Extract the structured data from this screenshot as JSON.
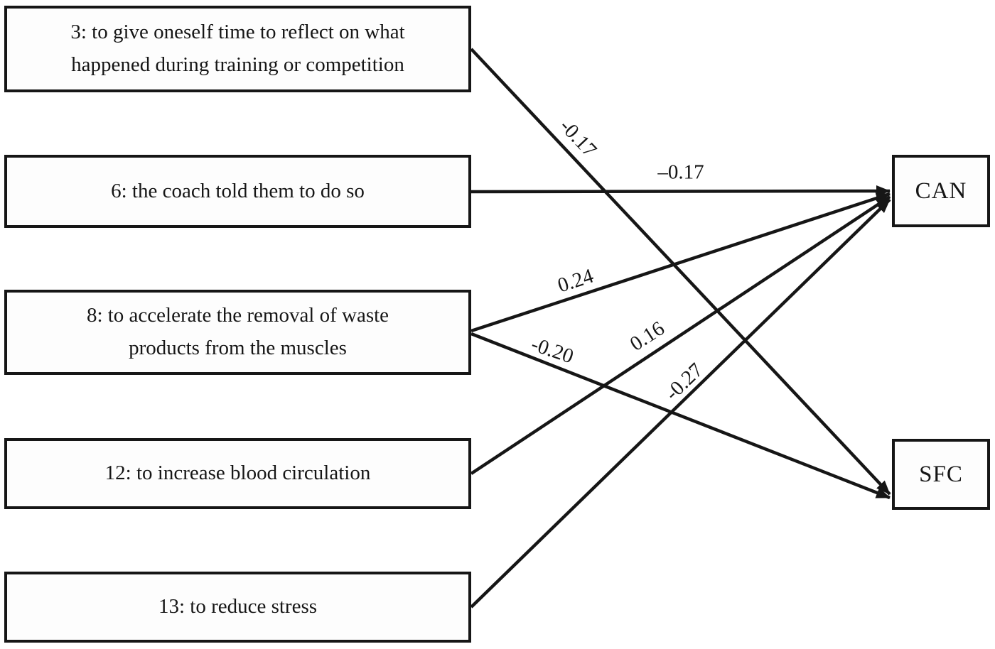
{
  "diagram": {
    "type": "path-analysis",
    "colors": {
      "background": "#ffffff",
      "line": "#161616",
      "box_border": "#161616",
      "box_fill": "#fdfdfd",
      "text": "#161616"
    },
    "source_boxes": [
      {
        "id": "3",
        "label": "3: to give oneself time to reflect on what\nhappened during training or competition"
      },
      {
        "id": "6",
        "label": "6: the coach told them to do so"
      },
      {
        "id": "8",
        "label": "8: to accelerate the removal of waste\nproducts from the muscles"
      },
      {
        "id": "12",
        "label": "12: to increase blood circulation"
      },
      {
        "id": "13",
        "label": "13: to reduce stress"
      }
    ],
    "target_boxes": [
      {
        "id": "CAN",
        "label": "CAN"
      },
      {
        "id": "SFC",
        "label": "SFC"
      }
    ],
    "edges": [
      {
        "from": "3",
        "to": "SFC",
        "label": "-0.17"
      },
      {
        "from": "6",
        "to": "CAN",
        "label": "–0.17"
      },
      {
        "from": "8",
        "to": "CAN",
        "label": "0.24"
      },
      {
        "from": "8",
        "to": "SFC",
        "label": "-0.20"
      },
      {
        "from": "12",
        "to": "CAN",
        "label": "0.16"
      },
      {
        "from": "13",
        "to": "CAN",
        "label": "-0.27"
      }
    ]
  }
}
